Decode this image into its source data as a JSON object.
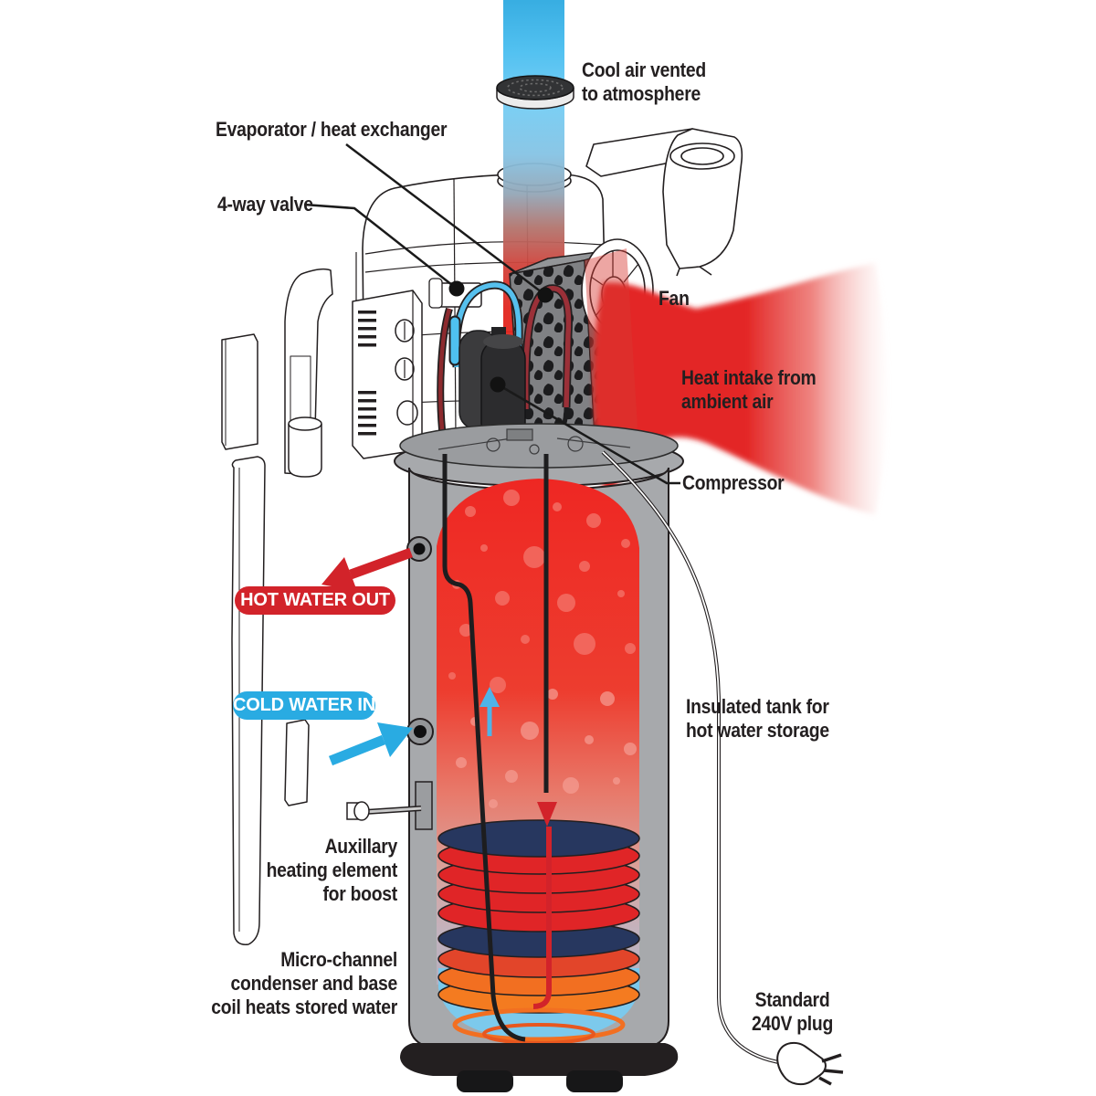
{
  "diagram": {
    "labels": {
      "cool_air": "Cool air vented\nto atmosphere",
      "evaporator": "Evaporator / heat exchanger",
      "four_way_valve": "4-way valve",
      "fan": "Fan",
      "heat_intake": "Heat intake from\nambient air",
      "compressor": "Compressor",
      "insulated_tank": "Insulated tank for\nhot water storage",
      "aux_heating": "Auxillary\nheating element\nfor boost",
      "micro_channel": "Micro-channel\ncondenser and base\ncoil heats stored water",
      "standard_plug": "Standard\n240V plug"
    },
    "badges": {
      "hot_water_out": "HOT WATER OUT",
      "cold_water_in": "COLD WATER IN"
    },
    "colors": {
      "hot_red": "#d2232a",
      "stream_red": "#e32726",
      "cool_blue": "#29abe2",
      "water_red": "#ee2723",
      "coil_red": "#e02527",
      "coil_orange": "#f26f21",
      "coil_navy": "#27375f",
      "cold_water_blue": "#7cc9ec",
      "tank_gray": "#a7a9ac",
      "line_black": "#231f20"
    }
  }
}
